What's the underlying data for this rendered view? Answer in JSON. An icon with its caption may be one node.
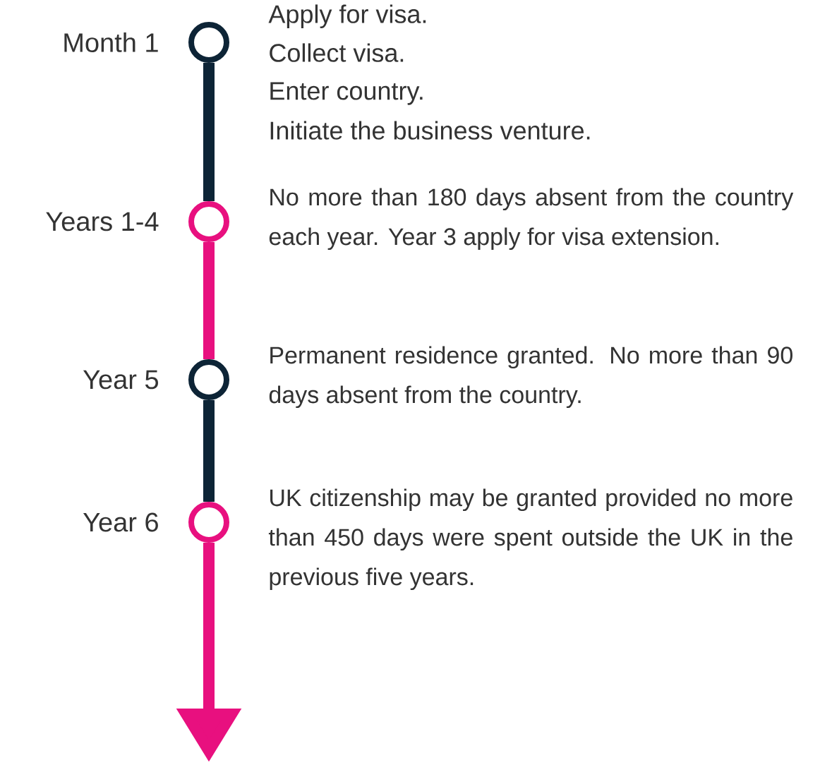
{
  "diagram": {
    "nodes": [
      {
        "text": [],
        "shape": "circle",
        "beside": [
          "Month 1",
          "Apply for visa.",
          "Collect visa.",
          "Enter country.",
          "Initiate the business venture."
        ]
      },
      {
        "text": [],
        "shape": "circle",
        "beside": [
          "Years 1-4",
          "No more than 180 days absent from the country each year. Year 3 apply for visa extension."
        ]
      },
      {
        "text": [],
        "shape": "circle",
        "beside": [
          "Year 5",
          "Permanent residence granted. No more than 90 days absent from the country."
        ]
      },
      {
        "text": [],
        "shape": "circle",
        "beside": [
          "Year 6",
          "UK citizenship may be granted provided no more than 450 days were spent outside the UK in the previous five years."
        ]
      }
    ],
    "edges": [
      {
        "from": 0,
        "to": 1,
        "arrow": "none",
        "color": "#0d2436"
      },
      {
        "from": 1,
        "to": 2,
        "arrow": "none",
        "color": "#e8107f"
      },
      {
        "from": 2,
        "to": 3,
        "arrow": "none",
        "color": "#0d2436"
      },
      {
        "from": 3,
        "to": null,
        "arrow": "to",
        "color": "#e8107f"
      }
    ]
  }
}
